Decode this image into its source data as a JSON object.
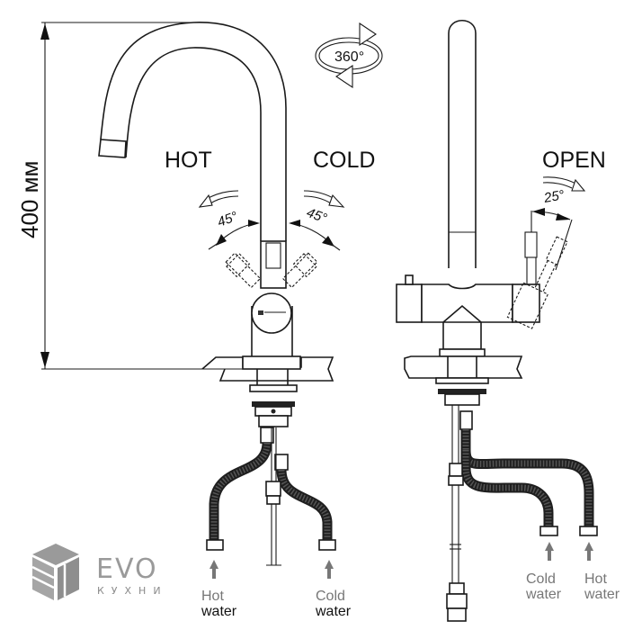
{
  "diagram": {
    "title": "Kitchen faucet technical drawing",
    "height_dimension": "400 мм",
    "rotation_label": "360°",
    "front_view": {
      "hot_label": "HOT",
      "cold_label": "COLD",
      "hot_angle": "45°",
      "cold_angle": "45°",
      "inlets": [
        {
          "line1": "Hot",
          "line2": "water"
        },
        {
          "line1": "Cold",
          "line2": "water"
        }
      ]
    },
    "side_view": {
      "open_label": "OPEN",
      "open_angle": "25°",
      "inlets": [
        {
          "line1": "Cold",
          "line2": "water"
        },
        {
          "line1": "Hot",
          "line2": "water"
        }
      ]
    }
  },
  "brand": {
    "name": "EVO",
    "subtitle": "КУХНИ"
  },
  "colors": {
    "line": "#1a1a1a",
    "hose": "#1f1f1f",
    "label_gray": "#777777",
    "logo_gray": "#9a9a9a"
  }
}
